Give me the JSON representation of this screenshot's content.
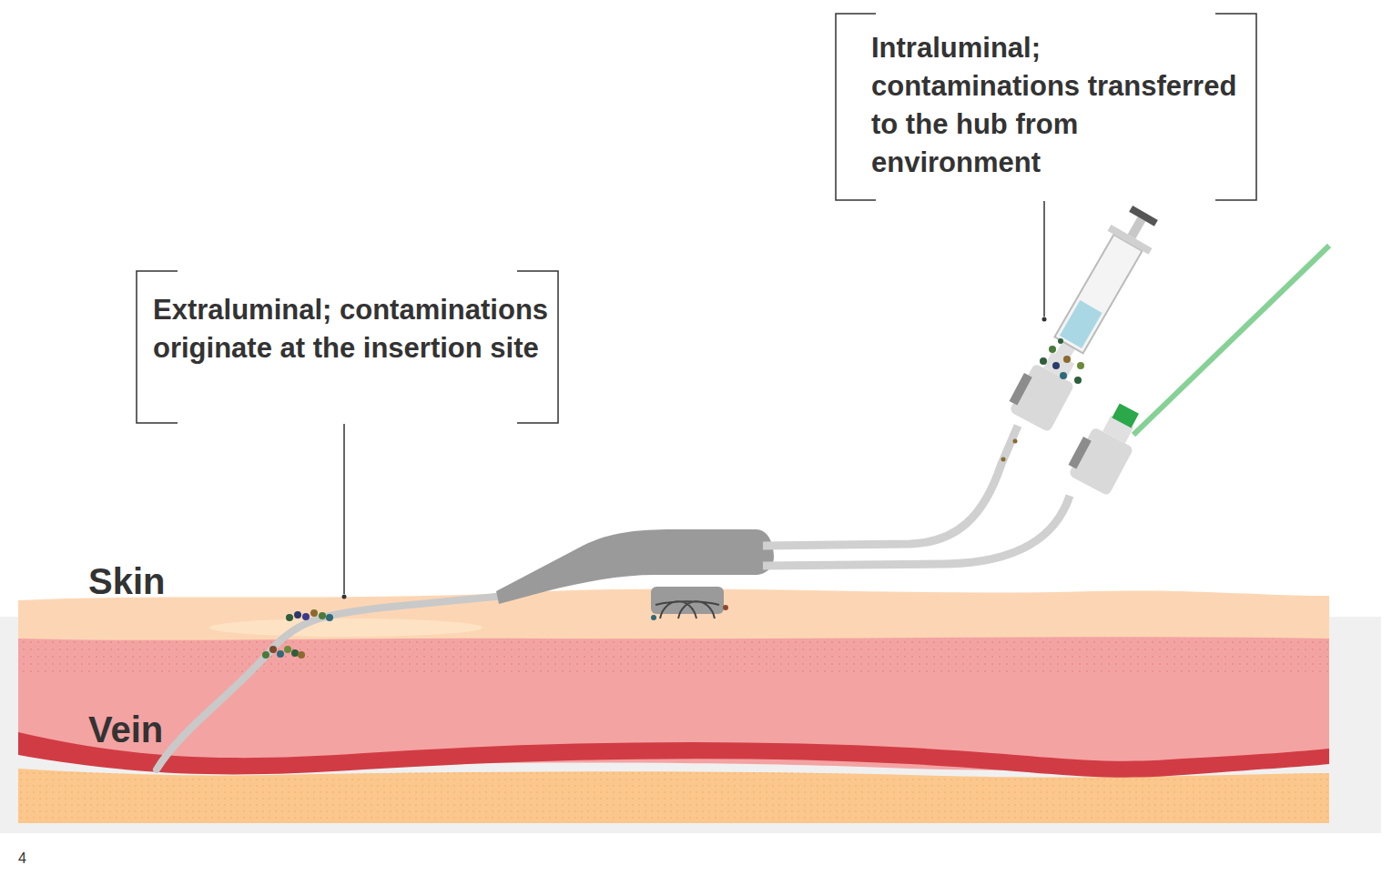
{
  "diagram": {
    "labels": [
      "Extraluminal; contaminations originate at the insertion site",
      "Intraluminal; contaminations transferred to the hub from environment",
      "Skin",
      "Vein",
      "4"
    ]
  }
}
